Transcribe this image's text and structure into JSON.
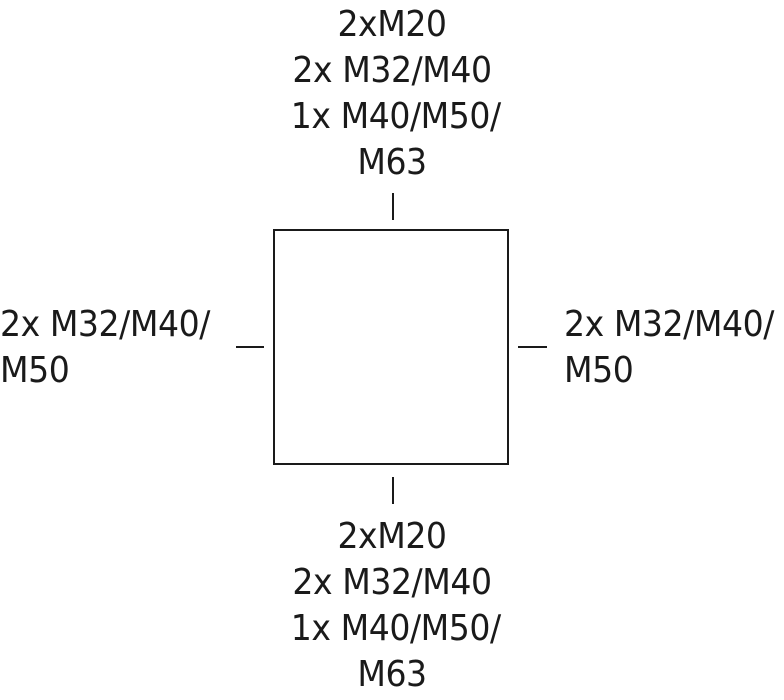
{
  "top": {
    "lines": [
      "2xM20",
      "2x M32/M40",
      "1x M40/M50/",
      "M63"
    ]
  },
  "left": {
    "lines": [
      "2x M32/M40/",
      "M50"
    ]
  },
  "right": {
    "lines": [
      "2x M32/M40/",
      "M50"
    ]
  },
  "bottom": {
    "lines": [
      "2xM20",
      "2x M32/M40",
      "1x M40/M50/",
      "M63"
    ]
  }
}
